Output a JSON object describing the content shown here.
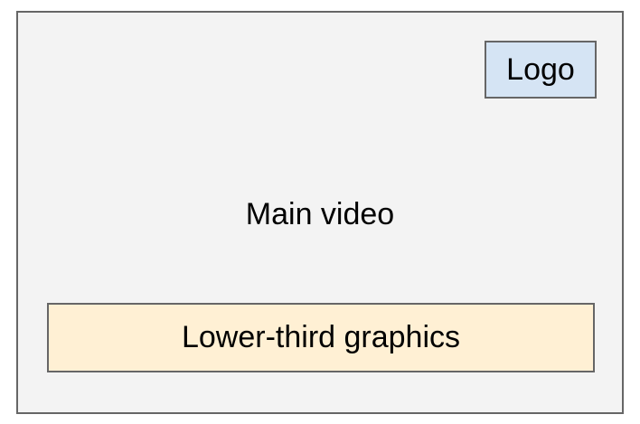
{
  "main_frame": {
    "label": "Main video",
    "fill": "#f3f3f3"
  },
  "logo": {
    "label": "Logo",
    "fill": "#d5e4f4"
  },
  "lower_third": {
    "label": "Lower-third graphics",
    "fill": "#fff0d4"
  },
  "border_color": "#666666"
}
